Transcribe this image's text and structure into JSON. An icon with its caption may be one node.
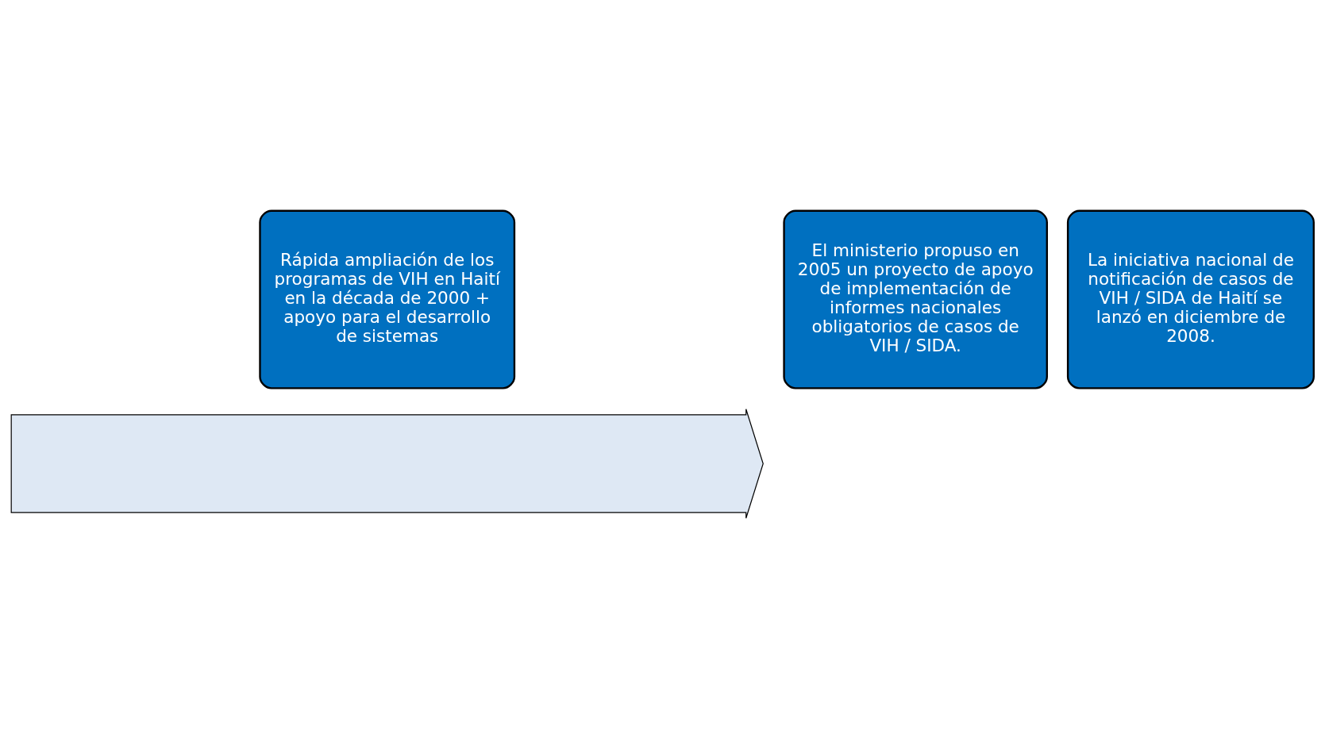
{
  "diagram": {
    "nodes": [
      {
        "text": [
          "Rápida ampliación de los programas de VIH en Haití en la década de 2000 + apoyo para el desarrollo de sistemas"
        ]
      },
      {
        "text": [
          "El ministerio propuso en 2005 un proyecto de apoyo de implementación de informes nacionales obligatorios de casos de VIH / SIDA."
        ]
      },
      {
        "text": [
          "La iniciativa nacional de notificación de casos de VIH / SIDA de Haití se lanzó en diciembre de 2008."
        ]
      },
      {
        "text": [],
        "shape": "arrow"
      }
    ]
  }
}
